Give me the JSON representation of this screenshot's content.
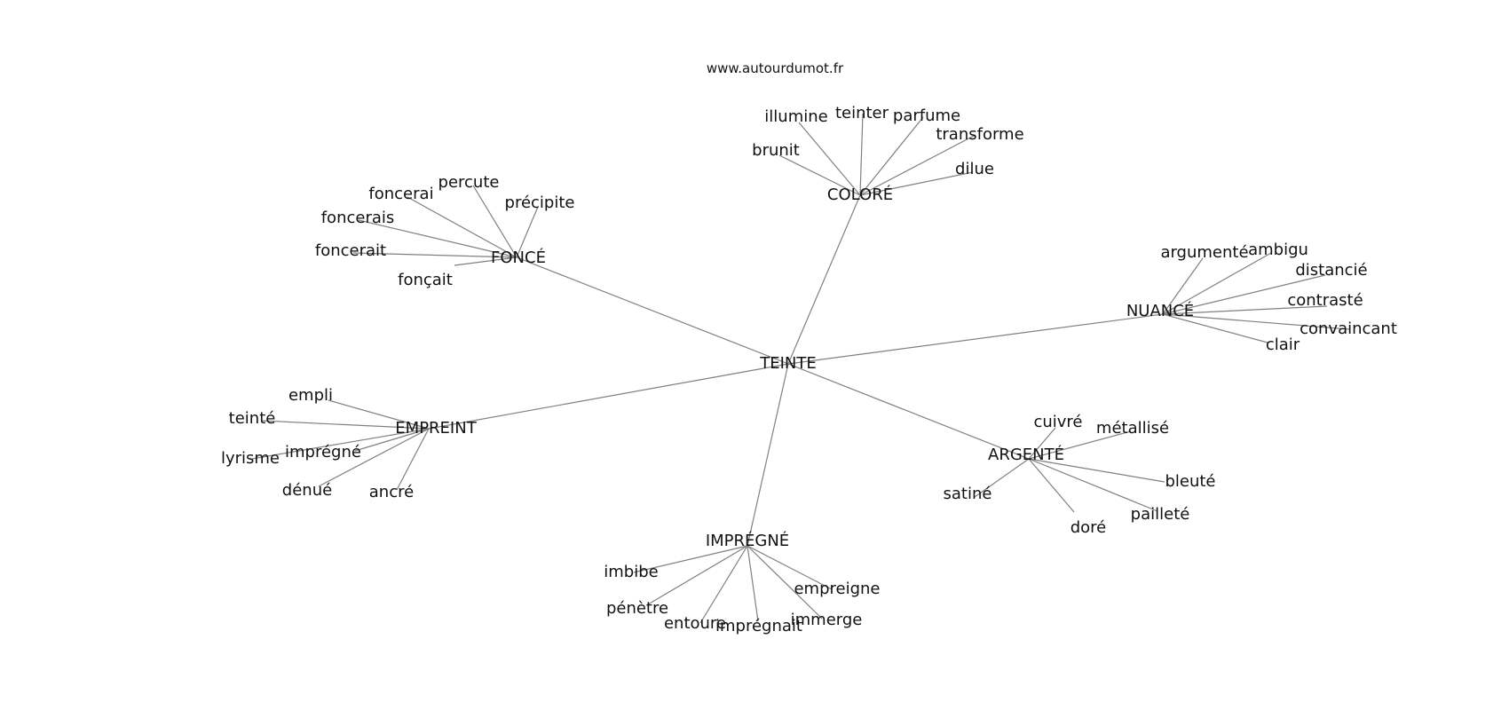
{
  "source": "www.autourdumot.fr",
  "center": "TEINTE",
  "clusters": [
    {
      "id": "colore",
      "label": "COLORÉ",
      "words": [
        "illumine",
        "teinter",
        "parfume",
        "transforme",
        "brunit",
        "dilue"
      ]
    },
    {
      "id": "fonce",
      "label": "FONCÉ",
      "words": [
        "foncerai",
        "percute",
        "précipite",
        "foncerais",
        "foncerait",
        "fonçait"
      ]
    },
    {
      "id": "nuance",
      "label": "NUANCÉ",
      "words": [
        "argumenté",
        "ambigu",
        "distancié",
        "contrasté",
        "convaincant",
        "clair"
      ]
    },
    {
      "id": "empreint",
      "label": "EMPREINT",
      "words": [
        "empli",
        "teinté",
        "lyrisme",
        "imprégné",
        "dénué",
        "ancré"
      ]
    },
    {
      "id": "argente",
      "label": "ARGENTÉ",
      "words": [
        "cuivré",
        "métallisé",
        "bleuté",
        "satiné",
        "pailleté",
        "doré"
      ]
    },
    {
      "id": "impregne",
      "label": "IMPRÉGNÉ",
      "words": [
        "imbibe",
        "empreigne",
        "pénètre",
        "entoure",
        "imprégnait",
        "immerge"
      ]
    }
  ]
}
